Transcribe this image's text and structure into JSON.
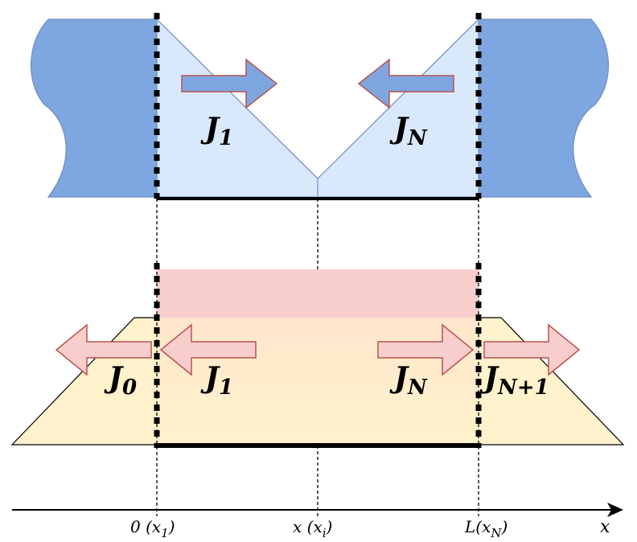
{
  "labels": {
    "top_left": {
      "main": "J",
      "sub": "1"
    },
    "top_right": {
      "main": "J",
      "sub": "N"
    },
    "bottom_outer_left": {
      "main": "J",
      "sub": "0"
    },
    "bottom_inner_left": {
      "main": "J",
      "sub": "1"
    },
    "bottom_inner_right": {
      "main": "J",
      "sub": "N"
    },
    "bottom_outer_right": {
      "main": "J",
      "sub": "N+1"
    }
  },
  "axis": {
    "tick_0": {
      "main": "0 (x",
      "sub": "1",
      "end": ")"
    },
    "tick_mid": {
      "main": "x (x",
      "sub": "i",
      "end": ")"
    },
    "tick_L": {
      "main": "L(x",
      "sub": "N",
      "end": ")"
    },
    "name": "x"
  },
  "colors": {
    "dark_blue": "#7ea6e0",
    "light_blue": "#dae8fc",
    "pink": "#f8cecc",
    "pink_stroke": "#b85450",
    "peach": "#fff2cc",
    "peach_inner": "#ffe6cc"
  }
}
